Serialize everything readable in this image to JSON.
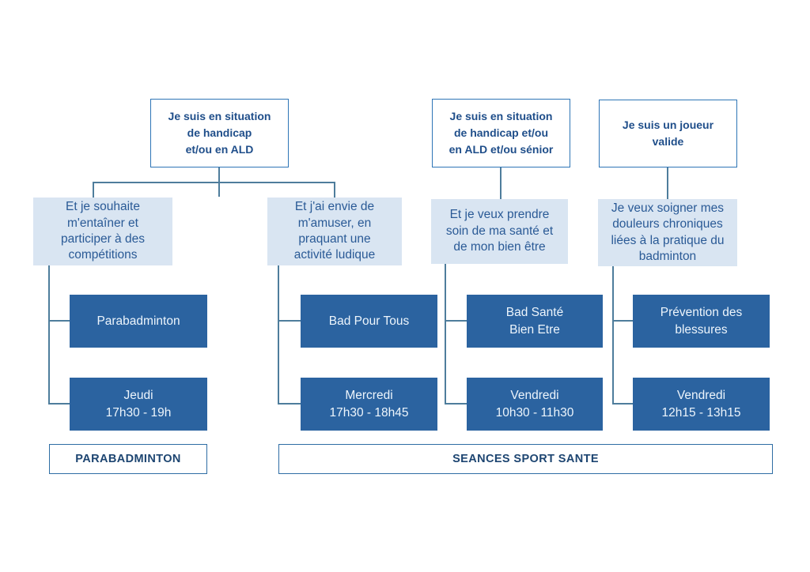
{
  "diagram": {
    "profiles": [
      {
        "label": "Je suis en situation\nde handicap\net/ou en ALD"
      },
      {
        "label": "Je suis en situation\nde handicap et/ou\nen ALD et/ou sénior"
      },
      {
        "label": "Je suis un joueur\nvalide"
      }
    ],
    "branches": [
      {
        "motivation": "Et je souhaite\nm'entaîner et\nparticiper à des\ncompétitions",
        "program": "Parabadminton",
        "schedule": "Jeudi\n17h30 - 19h"
      },
      {
        "motivation": "Et j'ai envie de\nm'amuser, en\npraquant une\nactivité ludique",
        "program": "Bad Pour Tous",
        "schedule": "Mercredi\n17h30 - 18h45"
      },
      {
        "motivation": "Et je veux prendre\nsoin de ma santé et\nde mon bien être",
        "program": "Bad Santé\nBien Etre",
        "schedule": "Vendredi\n10h30 - 11h30"
      },
      {
        "motivation": "Je veux soigner mes\ndouleurs chroniques\nliées à la pratique du\nbadminton",
        "program": "Prévention des\nblessures",
        "schedule": "Vendredi\n12h15 - 13h15"
      }
    ],
    "categories": [
      {
        "label": "PARABADMINTON"
      },
      {
        "label": "SEANCES SPORT SANTE"
      }
    ]
  },
  "colors": {
    "dark_fill": "#2b63a0",
    "light_fill": "#d9e5f2",
    "line": "#4e7d9c",
    "top_border": "#2e75b6",
    "navy_text": "#1f4e8a",
    "light_text": "#2a5a96",
    "dark_text": "#edf5fc",
    "bottom_border": "#2e6da4",
    "bottom_text": "#1d4571"
  }
}
